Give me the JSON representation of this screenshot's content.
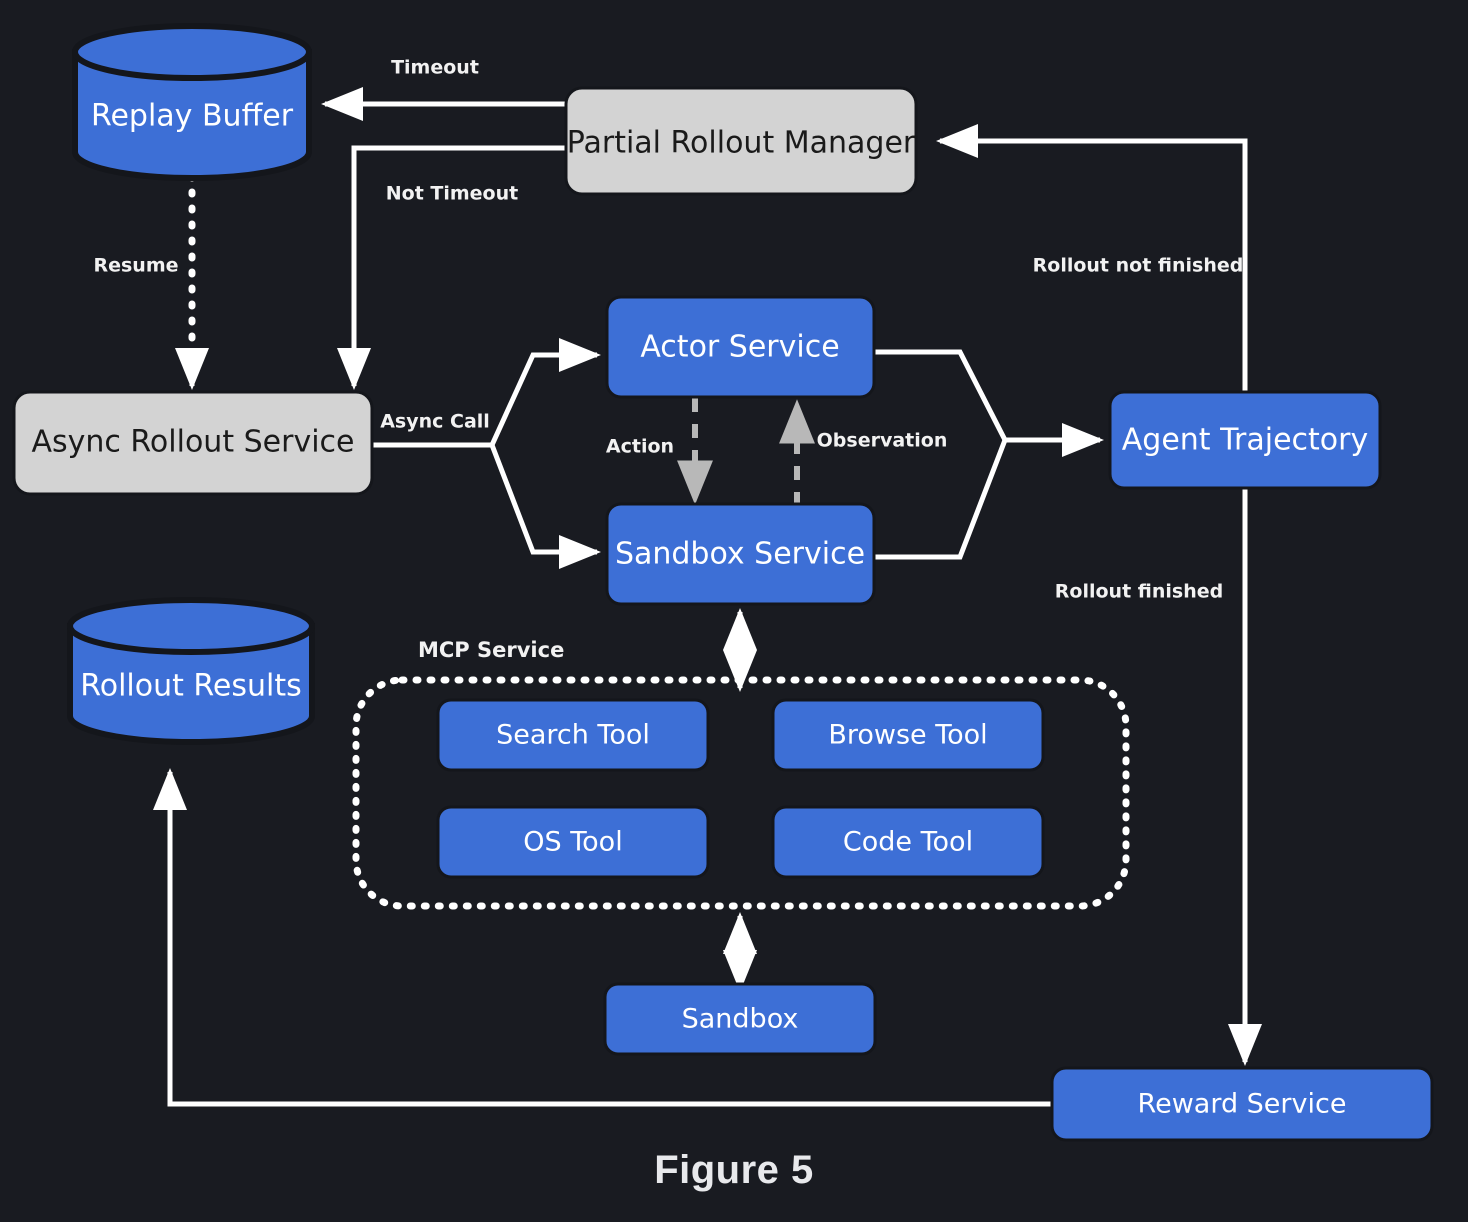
{
  "figure": {
    "caption": "Figure 5",
    "background_color": "#191b21",
    "accent_blue": "#3d6fd6",
    "gray_box": "#d3d3d3",
    "edge_color": "#ffffff",
    "dashed_edge_color": "#b8b8b8"
  },
  "nodes": {
    "replay_buffer": {
      "label": "Replay Buffer",
      "shape": "cylinder",
      "color": "#3d6fd6"
    },
    "partial_rollout_manager": {
      "label": "Partial Rollout Manager",
      "shape": "rounded-rect",
      "color": "#d3d3d3"
    },
    "async_rollout_service": {
      "label": "Async Rollout Service",
      "shape": "rounded-rect",
      "color": "#d3d3d3"
    },
    "actor_service": {
      "label": "Actor Service",
      "shape": "rounded-rect",
      "color": "#3d6fd6"
    },
    "sandbox_service": {
      "label": "Sandbox Service",
      "shape": "rounded-rect",
      "color": "#3d6fd6"
    },
    "agent_trajectory": {
      "label": "Agent Trajectory",
      "shape": "rounded-rect",
      "color": "#3d6fd6"
    },
    "rollout_results": {
      "label": "Rollout Results",
      "shape": "cylinder",
      "color": "#3d6fd6"
    },
    "reward_service": {
      "label": "Reward Service",
      "shape": "rounded-rect",
      "color": "#3d6fd6"
    },
    "sandbox": {
      "label": "Sandbox",
      "shape": "rounded-rect",
      "color": "#3d6fd6"
    },
    "search_tool": {
      "label": "Search Tool",
      "shape": "rounded-rect",
      "color": "#3d6fd6"
    },
    "browse_tool": {
      "label": "Browse Tool",
      "shape": "rounded-rect",
      "color": "#3d6fd6"
    },
    "os_tool": {
      "label": "OS Tool",
      "shape": "rounded-rect",
      "color": "#3d6fd6"
    },
    "code_tool": {
      "label": "Code Tool",
      "shape": "rounded-rect",
      "color": "#3d6fd6"
    }
  },
  "groups": {
    "mcp_service": {
      "label": "MCP Service",
      "style": "dotted-rounded-border"
    }
  },
  "edge_labels": {
    "timeout": "Timeout",
    "not_timeout": "Not Timeout",
    "resume": "Resume",
    "async_call": "Async Call",
    "action": "Action",
    "observation": "Observation",
    "rollout_not_finished": "Rollout not finished",
    "rollout_finished": "Rollout finished"
  },
  "edges": [
    {
      "from": "partial_rollout_manager",
      "to": "replay_buffer",
      "label": "Timeout",
      "style": "solid"
    },
    {
      "from": "partial_rollout_manager",
      "to": "async_rollout_service",
      "label": "Not Timeout",
      "style": "solid"
    },
    {
      "from": "replay_buffer",
      "to": "async_rollout_service",
      "label": "Resume",
      "style": "dotted"
    },
    {
      "from": "async_rollout_service",
      "to": "actor_service",
      "label": "Async Call",
      "style": "solid"
    },
    {
      "from": "async_rollout_service",
      "to": "sandbox_service",
      "label": "Async Call",
      "style": "solid"
    },
    {
      "from": "actor_service",
      "to": "sandbox_service",
      "label": "Action",
      "style": "dashed"
    },
    {
      "from": "sandbox_service",
      "to": "actor_service",
      "label": "Observation",
      "style": "dashed"
    },
    {
      "from": "actor_service",
      "to": "agent_trajectory",
      "label": "",
      "style": "solid"
    },
    {
      "from": "sandbox_service",
      "to": "agent_trajectory",
      "label": "",
      "style": "solid"
    },
    {
      "from": "agent_trajectory",
      "to": "partial_rollout_manager",
      "label": "Rollout not finished",
      "style": "solid"
    },
    {
      "from": "agent_trajectory",
      "to": "reward_service",
      "label": "Rollout finished",
      "style": "solid"
    },
    {
      "from": "reward_service",
      "to": "rollout_results",
      "label": "",
      "style": "solid"
    },
    {
      "from": "sandbox_service",
      "to": "mcp_service",
      "label": "",
      "style": "solid-bidirectional"
    },
    {
      "from": "mcp_service",
      "to": "sandbox",
      "label": "",
      "style": "solid-bidirectional"
    }
  ]
}
